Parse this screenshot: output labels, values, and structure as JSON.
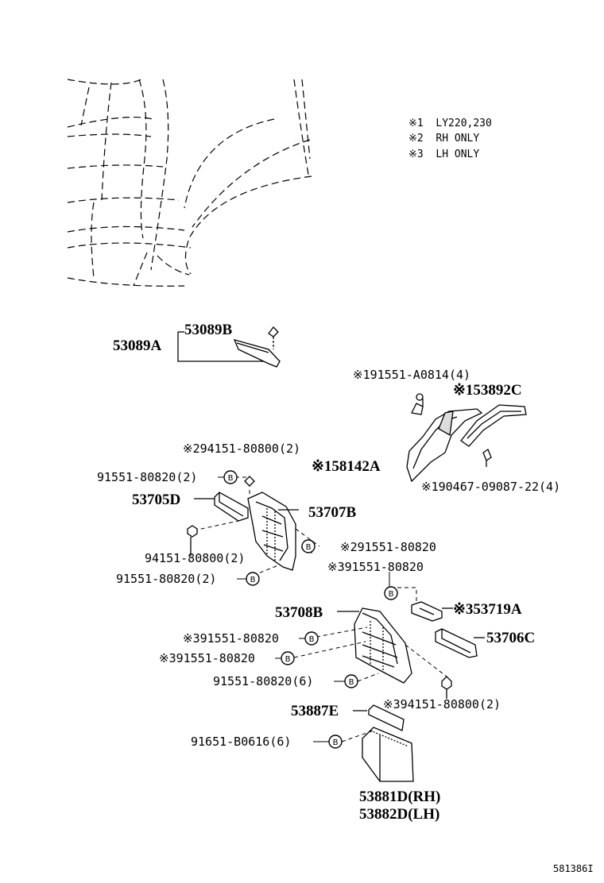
{
  "notes": [
    {
      "mark": "※1",
      "text": "LY220,230"
    },
    {
      "mark": "※2",
      "text": "RH ONLY"
    },
    {
      "mark": "※3",
      "text": "LH ONLY"
    }
  ],
  "labels": {
    "p53089B": "53089B",
    "p53089A": "53089A",
    "p91551A0814": "※191551-A0814(4)",
    "p53892C": "※153892C",
    "p94151_80800_2_top": "※294151-80800(2)",
    "p91551_80820_2_a": "91551-80820(2)",
    "p58142A": "※158142A",
    "p53705D": "53705D",
    "p53707B": "53707B",
    "p90467": "※190467-09087-22(4)",
    "p94151_80800_2": "94151-80800(2)",
    "p91551_80820_rh": "※291551-80820",
    "p91551_80820_2_b": "91551-80820(2)",
    "p91551_80820_lh_top": "※391551-80820",
    "p53708B": "53708B",
    "p53719A": "※353719A",
    "p91551_80820_lh_1": "※391551-80820",
    "p53706C": "53706C",
    "p91551_80820_lh_2": "※391551-80820",
    "p91551_80820_6": "91551-80820(6)",
    "p94151_80800_lh": "※394151-80800(2)",
    "p53887E": "53887E",
    "p91651": "91651-B0616(6)",
    "p53881D": "53881D(RH)",
    "p53882D": "53882D(LH)"
  },
  "clip_mark": "B",
  "diagram_code": "581386I"
}
